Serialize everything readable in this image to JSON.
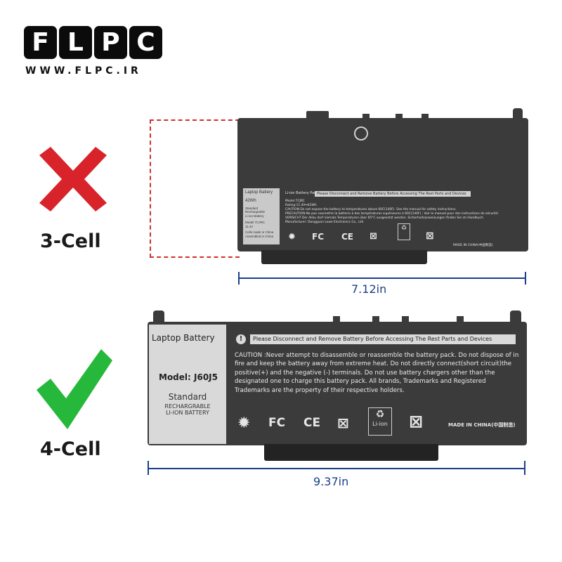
{
  "logo": {
    "letters": [
      "F",
      "L",
      "P",
      "C"
    ],
    "url": "WWW.FLPC.IR"
  },
  "top_option": {
    "label": "3-Cell",
    "mark": "cross-icon",
    "mark_color": "#d8232a",
    "dimension": "7.12in",
    "sticker": {
      "title": "Laptop Battery",
      "capacity": "42Wh",
      "kind_lines": [
        "Standard",
        "Rechargeable",
        "Li-ion Battery"
      ],
      "model": "Model 7CJRC",
      "voltage": "11.4V",
      "origin_lines": [
        "Cells made in China",
        "Assembled in China"
      ],
      "pack_label": "Li-ion Battery Pack",
      "warning": "Please Disconnect and Remove Battery Before Accessing The Rest Parts and Devices",
      "details": [
        "Model:7CJRC",
        "Rating:11.4V⎓42Wh",
        "CAUTION Do not expose the battery to temperatures above 60C(140F). See the manual for safety instructions.",
        "PRECAUTION Ne pas soumettre la batterie à des températures supérieures à 60C(140F) ; Voir le manuel pour des instructions de sécurité.",
        "VORSICHT Der Akku darf niemals Temperaturen über 65°C ausgesetzt werden. Sicherheitsanweisungen finden Sie im Handbuch.",
        "Manufacturer: Dongguan Lowe Electronics Co., Ltd"
      ],
      "made_in": "MADE IN CHINA(中国制造)"
    }
  },
  "bottom_option": {
    "label": "4-Cell",
    "mark": "checkmark-icon",
    "mark_color": "#26b83a",
    "dimension": "9.37in",
    "sticker": {
      "title": "Laptop Battery",
      "model": "Model: J60J5",
      "kind_lines": [
        "Standard",
        "RECHARGRABLE",
        "LI-ION BATTERY"
      ],
      "warning": "Please Disconnect and Remove Battery Before Accessing The Rest Parts and Devices",
      "caution": "CAUTION :Never attempt to disassemble or reassemble the battery pack. Do not dispose of in fire and keep the battery away from extreme heat. Do not directly connect(short circuit)the positive(+) and the negative (-) terminals. Do not use battery chargers other than the designated one to charge this battery pack. All brands, Trademarks and Registered Trademarks are the property of their respective holders.",
      "li_ion": "Li-ion",
      "made_in": "MADE IN CHINA(中国制造)"
    }
  },
  "colors": {
    "battery": "#3b3b3c",
    "label_panel": "#d9d9d9",
    "dimension_line": "#1b3f88",
    "placeholder": "#d03030"
  }
}
